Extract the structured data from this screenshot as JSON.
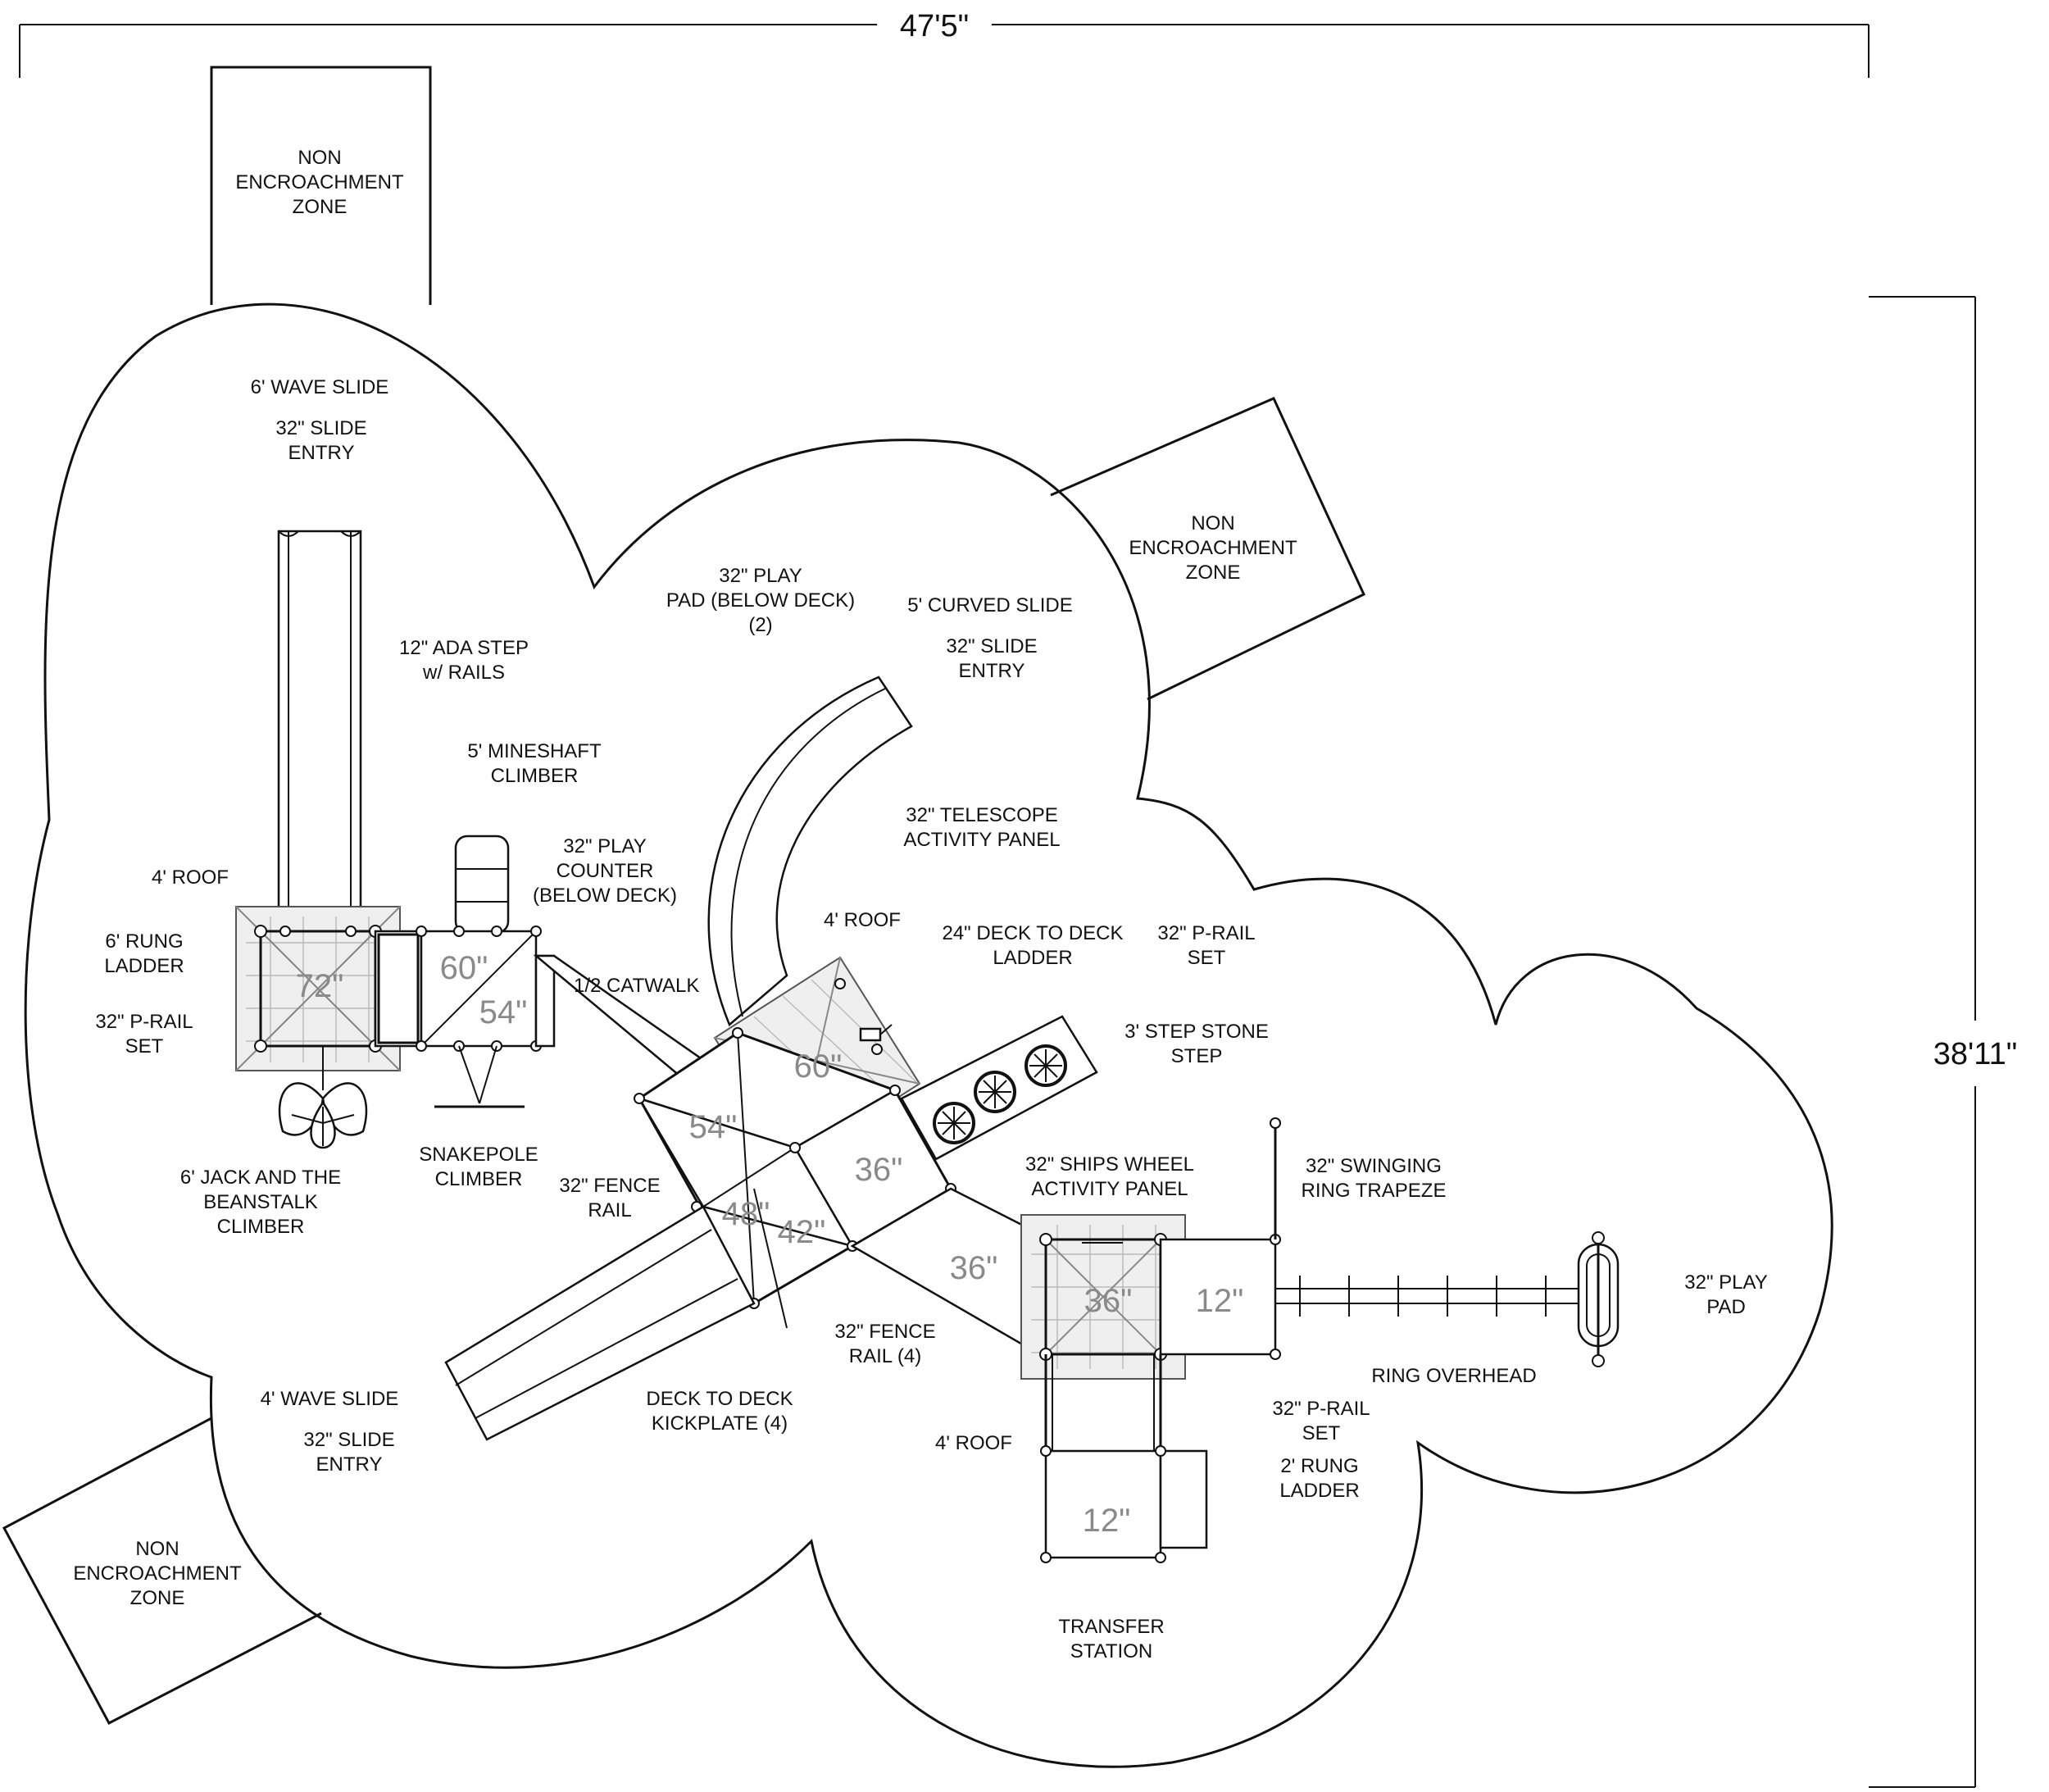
{
  "dimensions": {
    "width": "47'5\"",
    "height": "38'11\""
  },
  "zones": [
    {
      "lines": [
        "NON",
        "ENCROACHMENT",
        "ZONE"
      ]
    },
    {
      "lines": [
        "NON",
        "ENCROACHMENT",
        "ZONE"
      ]
    },
    {
      "lines": [
        "NON",
        "ENCROACHMENT",
        "ZONE"
      ]
    }
  ],
  "labels": {
    "wave_slide_6": "6' WAVE SLIDE",
    "slide_entry_top": [
      "32\" SLIDE",
      "ENTRY"
    ],
    "ada_step": [
      "12\" ADA STEP",
      "w/ RAILS"
    ],
    "play_pad_below": [
      "32\" PLAY",
      "PAD (BELOW DECK)",
      "(2)"
    ],
    "curved_slide": "5' CURVED SLIDE",
    "slide_entry_curved": [
      "32\" SLIDE",
      "ENTRY"
    ],
    "mineshaft": [
      "5' MINESHAFT",
      "CLIMBER"
    ],
    "telescope": [
      "32\" TELESCOPE",
      "ACTIVITY PANEL"
    ],
    "play_counter": [
      "32\" PLAY",
      "COUNTER",
      "(BELOW DECK)"
    ],
    "roof_left": "4' ROOF",
    "roof_center": "4' ROOF",
    "rung_ladder_6": [
      "6' RUNG",
      "LADDER"
    ],
    "prail_left": [
      "32\" P-RAIL",
      "SET"
    ],
    "catwalk": "1/2 CATWALK",
    "deck_ladder": [
      "24\" DECK TO DECK",
      "LADDER"
    ],
    "prail_right": [
      "32\" P-RAIL",
      "SET"
    ],
    "step_stone": [
      "3' STEP STONE",
      "STEP"
    ],
    "snakepole": [
      "SNAKEPOLE",
      "CLIMBER"
    ],
    "jack_beanstalk": [
      "6' JACK AND THE",
      "BEANSTALK",
      "CLIMBER"
    ],
    "fence_rail": [
      "32\" FENCE",
      "RAIL"
    ],
    "ships_wheel": [
      "32\" SHIPS WHEEL",
      "ACTIVITY PANEL"
    ],
    "swinging_ring": [
      "32\" SWINGING",
      "RING TRAPEZE"
    ],
    "play_pad": [
      "32\" PLAY",
      "PAD"
    ],
    "fence_rail_4": [
      "32\" FENCE",
      "RAIL (4)"
    ],
    "ring_overhead": "RING OVERHEAD",
    "wave_slide_4": "4' WAVE SLIDE",
    "slide_entry_bottom": [
      "32\" SLIDE",
      "ENTRY"
    ],
    "kickplate": [
      "DECK TO DECK",
      "KICKPLATE (4)"
    ],
    "roof_bottom": "4' ROOF",
    "prail_bottom": [
      "32\" P-RAIL",
      "SET"
    ],
    "rung_ladder_2": [
      "2' RUNG",
      "LADDER"
    ],
    "transfer_station": [
      "TRANSFER",
      "STATION"
    ]
  },
  "deck_heights": {
    "h72": "72\"",
    "h60_left": "60\"",
    "h54_left": "54\"",
    "h60_center": "60\"",
    "h54_center": "54\"",
    "h36_center": "36\"",
    "h48": "48\"",
    "h42": "42\"",
    "h36_walk": "36\"",
    "h36_right": "36\"",
    "h12_right": "12\"",
    "h12_bottom": "12\""
  }
}
